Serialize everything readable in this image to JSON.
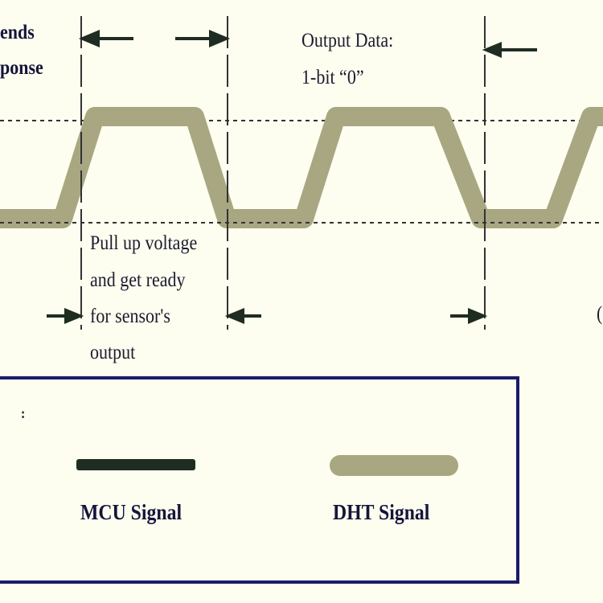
{
  "labels": {
    "sends": "ends",
    "response": "ponse",
    "output_data": "Output Data:",
    "bit_value": "1-bit “0”",
    "pull_up": [
      "Pull up voltage",
      "and get ready",
      "for sensor's",
      "output"
    ],
    "partial_right": "(",
    "colon": ":"
  },
  "legend": {
    "mcu": "MCU Signal",
    "dht": "DHT Signal"
  },
  "colors": {
    "background": "#fdfdf0",
    "dht_signal": "#a8a782",
    "mcu_signal": "#1f2c22",
    "legend_border": "#1b1b6c"
  }
}
